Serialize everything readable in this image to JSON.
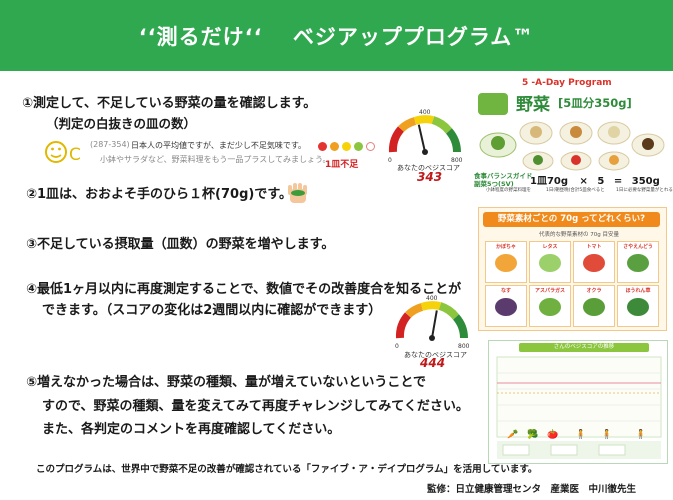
{
  "header": {
    "title": "‘‘測るだけ‘‘　 ベジアッププログラム™"
  },
  "steps": {
    "s1": "①測定して、不足している野菜の量を確認します。",
    "s1_sub": "（判定の白抜きの皿の数）",
    "score_range": "(287-354)",
    "comment1": "日本人の平均値ですが、まだ少し不足気味です。",
    "comment2": "小鉢やサラダなど、野菜料理をもう一品プラスしてみましょう。",
    "shortfall": "1皿不足",
    "s2": "②1皿は、おおよそ手のひら１杯(70g)です。",
    "s3": "③不足している摂取量（皿数）の野菜を増やします。",
    "s4_line1": "④最低1ヶ月以内に再度測定することで、数値でその改善度合を知ることが",
    "s4_line2": "できます。（スコアの変化は2週間以内に確認ができます）",
    "s5_line1": "⑤増えなかった場合は、野菜の種類、量が増えていないということで",
    "s5_line2": "すので、野菜の種類、量を変えてみて再度チャレンジしてみてください。",
    "s5_line3": "また、各判定のコメントを再度確認してください。"
  },
  "gauge1": {
    "label": "あなたのベジスコア",
    "score": "343",
    "ticks": [
      "0",
      "400",
      "800"
    ],
    "value": 343
  },
  "gauge2": {
    "label": "あなたのベジスコア",
    "score": "444",
    "ticks": [
      "0",
      "400",
      "800"
    ],
    "value": 444
  },
  "panel1": {
    "program": "5 -A-Day Program",
    "title": "野菜",
    "subtitle": "[5皿分350g]",
    "eq1": "食事バランスガイド",
    "eq2": "副菜5つ(SV)",
    "eq_a": "1皿70g",
    "eq_x": "×",
    "eq_b": "5",
    "eq_eq": "=",
    "eq_c": "350g",
    "note_a": "小鉢程度の野菜料理を",
    "note_b": "1日(朝昼晩)合計5皿食べると",
    "note_c": "1日に必要な野菜量がとれる"
  },
  "panel2": {
    "title": "野菜素材ごとの 70g ってどれくらい?",
    "subtitle": "代表的な野菜素材の 70g 目安量",
    "veggies": [
      "かぼちゃ",
      "レタス",
      "トマト",
      "さやえんどう",
      "なす",
      "アスパラガス",
      "オクラ",
      "ほうれん草"
    ]
  },
  "panel3": {
    "title": "さんのベジスコアの推移"
  },
  "footer": {
    "line1": "このプログラムは、世界中で野菜不足の改善が確認されている「ファイブ・ア・デイプログラム」を活用しています。",
    "line2": "監修：日立健康管理センタ　産業医　中川徹先生"
  },
  "colors": {
    "header": "#2fa84f",
    "accent_red": "#d32222"
  }
}
